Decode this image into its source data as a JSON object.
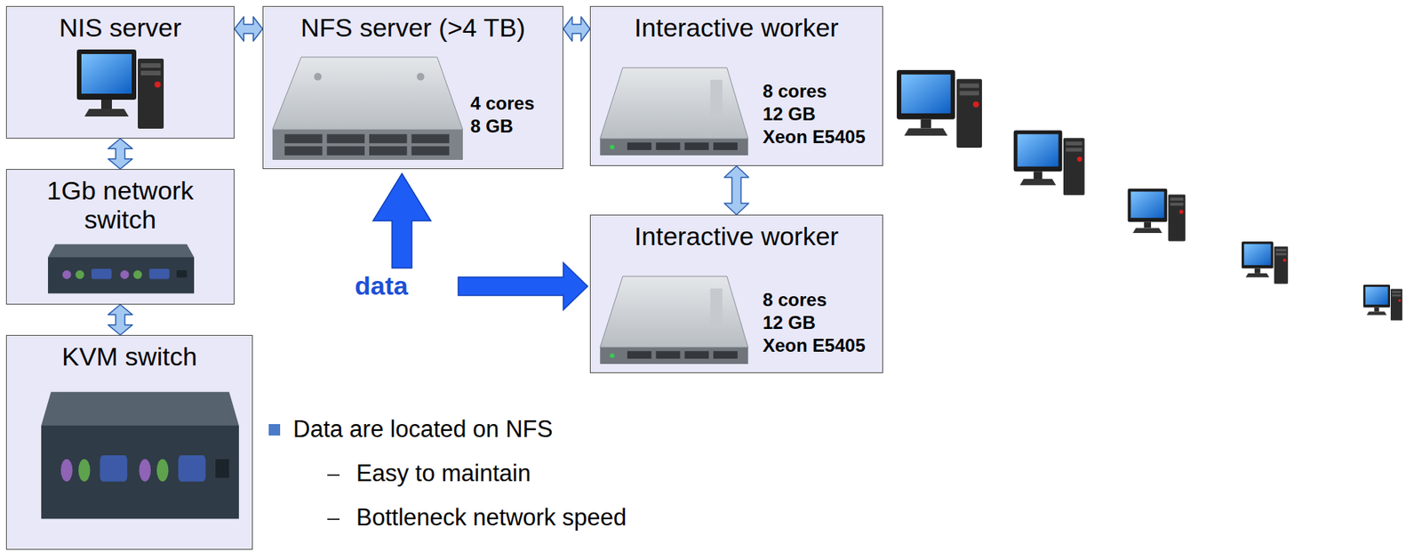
{
  "diagram": {
    "nodes": [
      {
        "text": [
          "NIS server"
        ]
      },
      {
        "text": [
          "NFS server (>4 TB)",
          "4 cores",
          "8 GB"
        ]
      },
      {
        "text": [
          "Interactive worker",
          "8 cores",
          "12 GB",
          "Xeon E5405"
        ]
      },
      {
        "text": [
          "1Gb network switch"
        ]
      },
      {
        "text": [
          "Interactive worker",
          "8 cores",
          "12 GB",
          "Xeon E5405"
        ]
      },
      {
        "text": [
          "KVM switch"
        ]
      }
    ],
    "edges": [
      {
        "from": 0,
        "to": 1,
        "arrow": "both"
      },
      {
        "from": 1,
        "to": 2,
        "arrow": "both"
      },
      {
        "from": 0,
        "to": 3,
        "arrow": "both"
      },
      {
        "from": 2,
        "to": 4,
        "arrow": "both"
      },
      {
        "from": 3,
        "to": 5,
        "arrow": "both"
      }
    ],
    "labels": [
      "data",
      "Data are located on NFS",
      "Easy to maintain",
      "Bottleneck network speed"
    ]
  }
}
